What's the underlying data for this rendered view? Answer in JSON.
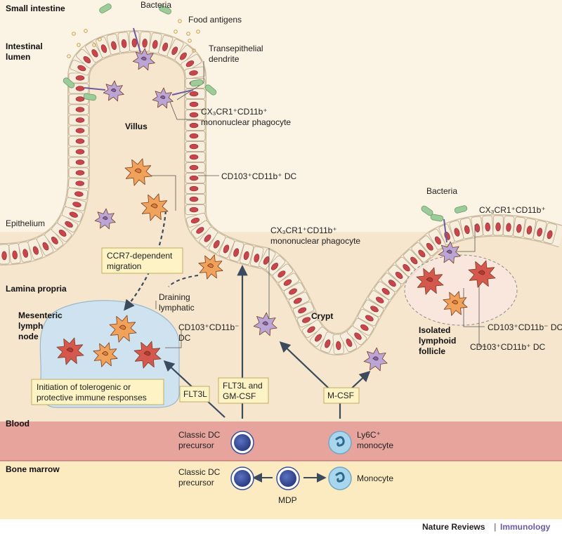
{
  "regions": {
    "small_intestine": "Small intestine",
    "intestinal_lumen_1": "Intestinal",
    "intestinal_lumen_2": "lumen",
    "lamina_propria": "Lamina propria",
    "blood": "Blood",
    "bone_marrow": "Bone marrow",
    "villus": "Villus",
    "crypt": "Crypt",
    "epithelium": "Epithelium"
  },
  "labels": {
    "bacteria_top": "Bacteria",
    "food_antigens": "Food antigens",
    "transepithelial_1": "Transepithelial",
    "transepithelial_2": "dendrite",
    "cx3_villus_1": "CX₃CR1⁺CD11b⁺",
    "cx3_villus_2": "mononuclear phagocyte",
    "cd103_villus": "CD103⁺CD11b⁺ DC",
    "ccr7_1": "CCR7-dependent",
    "ccr7_2": "migration",
    "draining_1": "Draining",
    "draining_2": "lymphatic",
    "mln_1": "Mesenteric",
    "mln_2": "lymph",
    "mln_3": "node",
    "cd103_mln_1": "CD103⁺CD11b⁻",
    "cd103_mln_2": "DC",
    "initiation_1": "Initiation of tolerogenic or",
    "initiation_2": "protective immune responses",
    "flt3l": "FLT3L",
    "flt3l_gm_1": "FLT3L and",
    "flt3l_gm_2": "GM-CSF",
    "mcsf": "M-CSF",
    "cx3_crypt_1": "CX₃CR1⁺CD11b⁺",
    "cx3_crypt_2": "mononuclear phagocyte",
    "bacteria_right": "Bacteria",
    "cx3_ilf": "CX₃CR1⁺CD11b⁺",
    "ilf_1": "Isolated",
    "ilf_2": "lymphoid",
    "ilf_3": "follicle",
    "cd103_ilf_neg": "CD103⁺CD11b⁻ DC",
    "cd103_ilf_pos": "CD103⁺CD11b⁺ DC",
    "classic_blood_1": "Classic DC",
    "classic_blood_2": "precursor",
    "ly6c_1": "Ly6C⁺",
    "ly6c_2": "monocyte",
    "classic_bm_1": "Classic DC",
    "classic_bm_2": "precursor",
    "mdp": "MDP",
    "monocyte_bm": "Monocyte"
  },
  "credit": {
    "journal": "Nature Reviews",
    "separator": "|",
    "section": "Immunology"
  },
  "colors": {
    "tissue": "#f6e6cd",
    "lumen": "#fbf3e4",
    "epithelial_cell": "#f8eedd",
    "nucleus": "#c8454b",
    "blood": "#e6a49c",
    "bone_marrow": "#fcebc0",
    "lymph_node": "#cfe2f0",
    "dc_orange": "#f0a15a",
    "dc_red": "#d5584f",
    "phagocyte_purple": "#b9a6d6",
    "precursor_blue": "#3a4f9a",
    "monocyte_light": "#a9d6ec",
    "bacteria": "#9ccc9a",
    "label_box": "#fdf3c5",
    "arrow": "#3b4a5c",
    "immunology_purple": "#6c5aa6"
  }
}
